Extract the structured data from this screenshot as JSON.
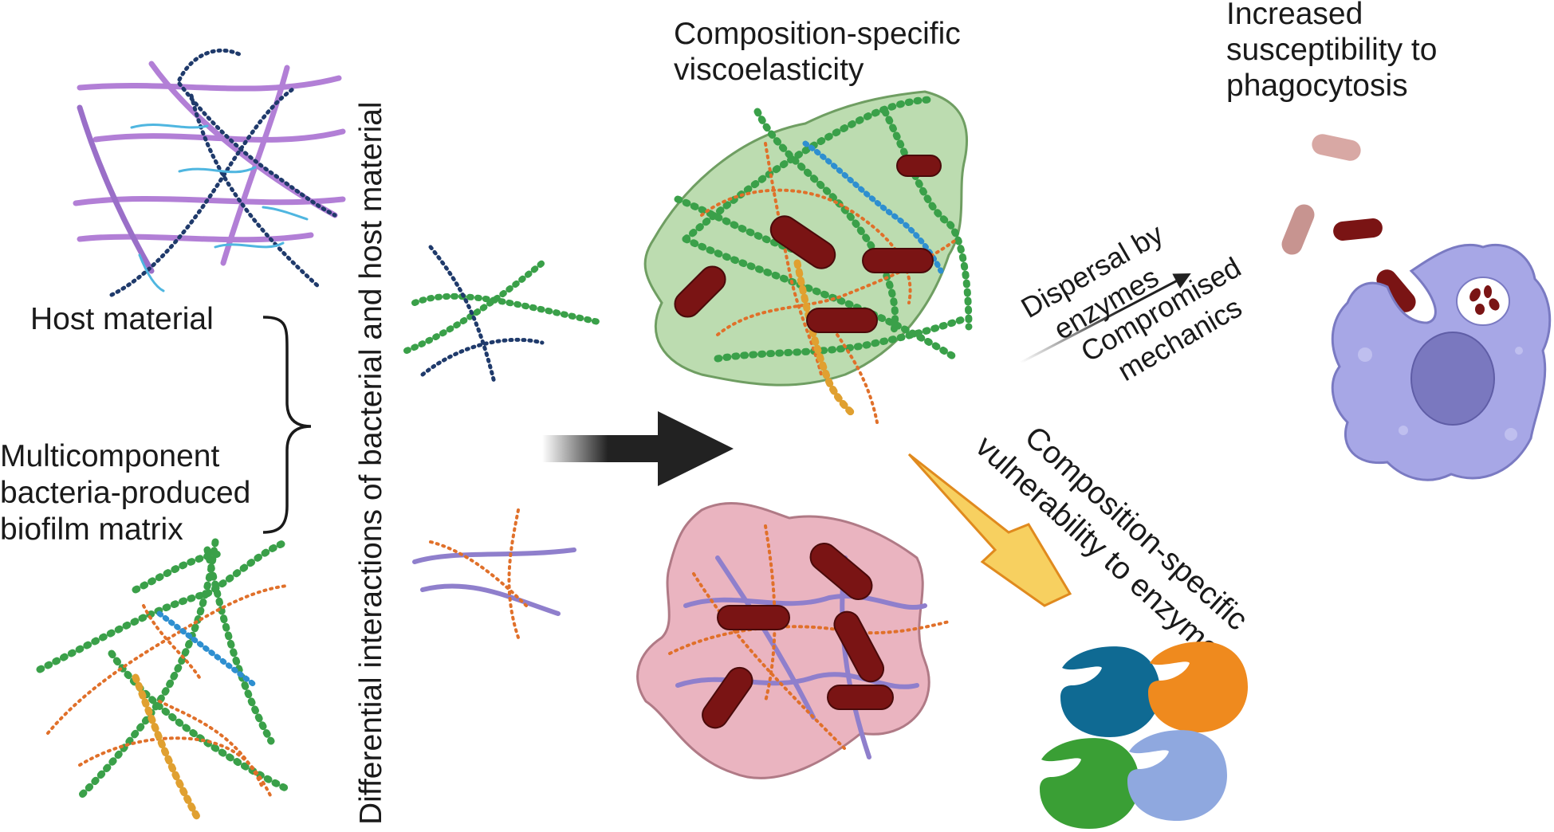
{
  "labels": {
    "host_material": "Host  material",
    "matrix_line1": "Multicomponent",
    "matrix_line2": "bacteria-produced",
    "matrix_line3": "biofilm matrix",
    "interactions": "Differential interactions of bacterial and host material",
    "visco_line1": "Composition-specific",
    "visco_line2": "viscoelasticity",
    "phago_line1": "Increased",
    "phago_line2": "susceptibility to",
    "phago_line3": "phagocytosis",
    "dispersal_line1": "Dispersal by",
    "dispersal_line2": "enzymes",
    "compromised_line1": "Compromised",
    "compromised_line2": "mechanics",
    "vuln_line1": "Composition-specific",
    "vuln_line2": "vulnerability to enzymes"
  },
  "colors": {
    "host_purple": "#b27fd6",
    "host_navy": "#1f3a6b",
    "host_cyan": "#4fb6e0",
    "fiber_green": "#3aa049",
    "fiber_orange": "#e0702a",
    "fiber_yellow": "#e0a030",
    "bacterium": "#7a1414",
    "biofilm_green": "#bcdcb0",
    "biofilm_pink": "#eab4c0",
    "macrophage": "#a7a7e6",
    "nucleus": "#7a78bf",
    "lightning": "#f7d060",
    "enzyme_blue": "#0f6a93",
    "enzyme_orange": "#ef8a1e",
    "enzyme_green": "#3a9f35",
    "enzyme_lightblue": "#8fa8df",
    "arrow": "#222222"
  },
  "icons": [
    "bacterium-icon",
    "lightning-icon",
    "enzyme-icon",
    "macrophage-icon",
    "process-arrow-icon",
    "brace-icon"
  ]
}
